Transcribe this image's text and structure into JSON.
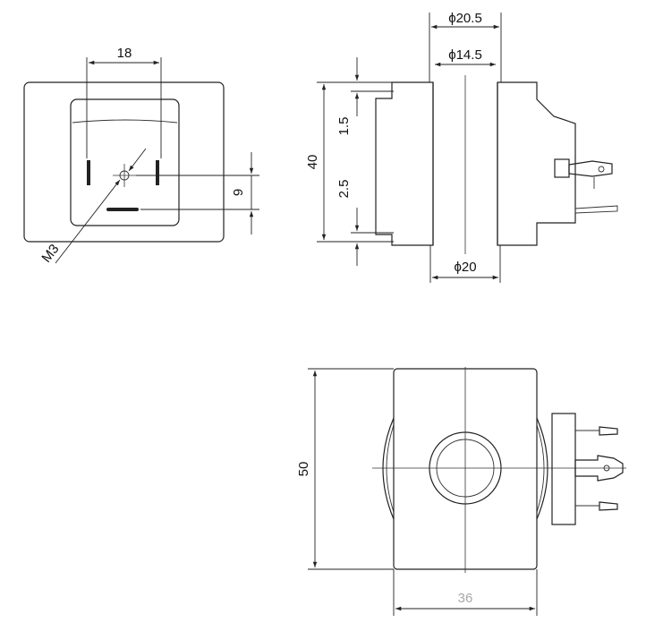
{
  "front_view": {
    "dim_width": "18",
    "dim_offset": "9",
    "thread_callout": "M3"
  },
  "section_view": {
    "dim_outer_bore": "ϕ20.5",
    "dim_inner_bore": "ϕ14.5",
    "dim_height": "40",
    "dim_upper_step": "1.5",
    "dim_lower_step": "2.5",
    "dim_bottom_bore": "ϕ20"
  },
  "top_view": {
    "dim_height": "50",
    "dim_width": "36"
  },
  "colors": {
    "line": "#222222",
    "grey_label": "#a8a8a8"
  }
}
